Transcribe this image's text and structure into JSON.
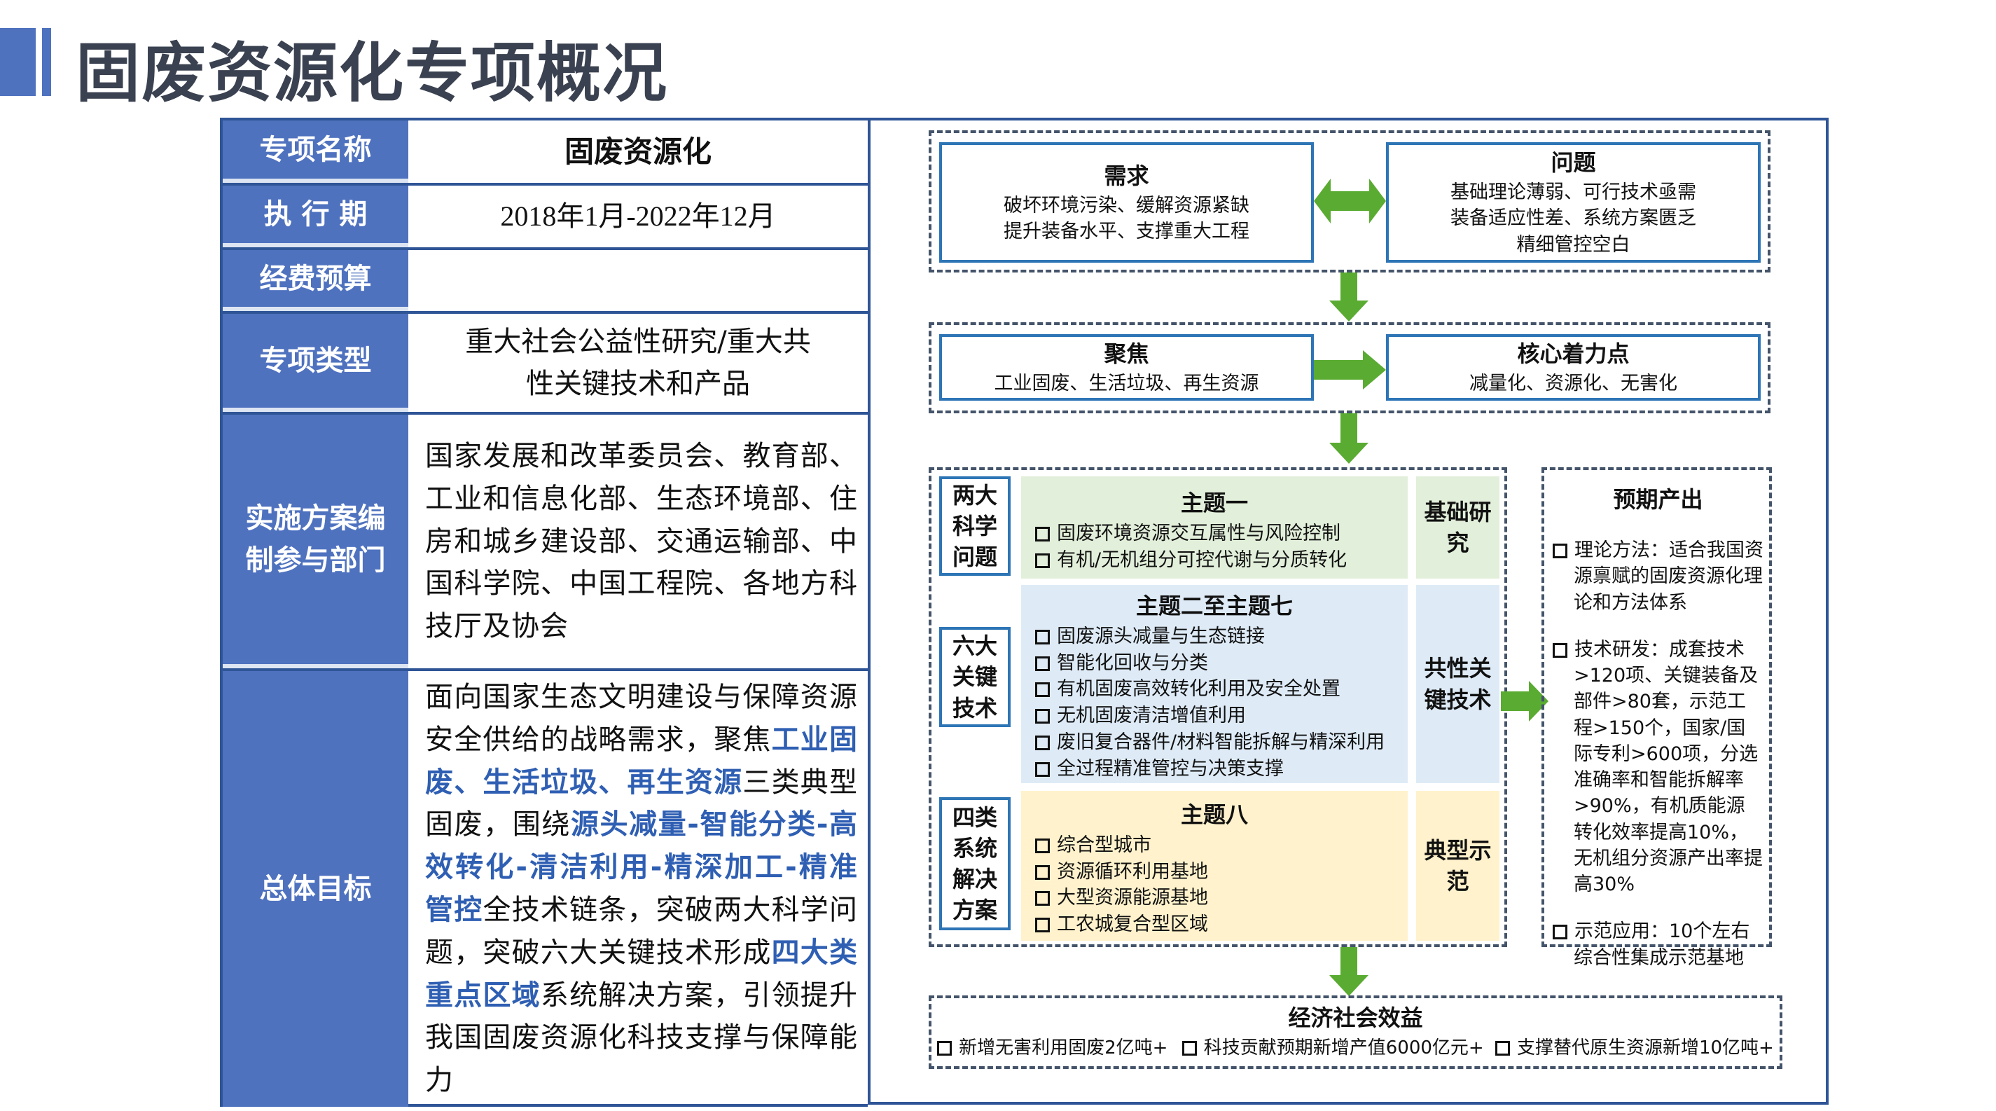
{
  "title": "固废资源化专项概况",
  "table": {
    "rows": [
      {
        "label": "专项名称",
        "value": "固废资源化"
      },
      {
        "label": "执 行 期",
        "value": "2018年1月-2022年12月"
      },
      {
        "label": "经费预算",
        "value": ""
      },
      {
        "label": "专项类型",
        "value": "重大社会公益性研究/重大共性关键技术和产品"
      },
      {
        "label": "实施方案编制参与部门",
        "value": "国家发展和改革委员会、教育部、工业和信息化部、生态环境部、住房和城乡建设部、交通运输部、中国科学院、中国工程院、各地方科技厅及协会"
      },
      {
        "label": "总体目标",
        "segments": [
          {
            "text": "面向国家生态文明建设与保障资源安全供给的战略需求，聚焦"
          },
          {
            "text": "工业固废、生活垃圾、再生资源",
            "hl": true
          },
          {
            "text": "三类典型固废，围绕"
          },
          {
            "text": "源头减量-智能分类-高效转化-清洁利用-精深加工-精准管控",
            "hl": true
          },
          {
            "text": "全技术链条，突破两大科学问题，突破六大关键技术形成"
          },
          {
            "text": "四大类重点区域",
            "hl": true
          },
          {
            "text": "系统解决方案，引领提升我国固废资源化科技支撑与保障能力"
          }
        ]
      }
    ]
  },
  "diagram": {
    "demand": {
      "title": "需求",
      "lines": [
        "破坏环境污染、缓解资源紧缺",
        "提升装备水平、支撑重大工程"
      ]
    },
    "problem": {
      "title": "问题",
      "lines": [
        "基础理论薄弱、可行技术亟需",
        "装备适应性差、系统方案匮乏",
        "精细管控空白"
      ]
    },
    "focus": {
      "title": "聚焦",
      "lines": [
        "工业固废、生活垃圾、再生资源"
      ]
    },
    "core": {
      "title": "核心着力点",
      "lines": [
        "减量化、资源化、无害化"
      ]
    },
    "side_labels": [
      "两大科学问题",
      "六大关键技术",
      "四类系统解决方案"
    ],
    "themes": [
      {
        "title": "主题一",
        "items": [
          "固废环境资源交互属性与风险控制",
          "有机/无机组分可控代谢与分质转化"
        ],
        "tag": "基础研究"
      },
      {
        "title": "主题二至主题七",
        "items": [
          "固废源头减量与生态链接",
          "智能化回收与分类",
          "有机固废高效转化利用及安全处置",
          "无机固废清洁增值利用",
          "废旧复合器件/材料智能拆解与精深利用",
          "全过程精准管控与决策支撑"
        ],
        "tag": "共性关键技术"
      },
      {
        "title": "主题八",
        "items": [
          "综合型城市",
          "资源循环利用基地",
          "大型资源能源基地",
          "工农城复合型区域"
        ],
        "tag": "典型示范"
      }
    ],
    "outputs": {
      "title": "预期产出",
      "items": [
        "理论方法：适合我国资源禀赋的固废资源化理论和方法体系",
        "技术研发：成套技术>120项、关键装备及部件>80套，示范工程>150个，国家/国际专利>600项，分选准确率和智能拆解率>90%，有机质能源转化效率提高10%，无机组分资源产出率提高30%",
        "示范应用：10个左右综合性集成示范基地"
      ]
    },
    "benefits": {
      "title": "经济社会效益",
      "items": [
        "新增无害利用固废2亿吨+",
        "科技贡献预期新增产值6000亿元+",
        "支撑替代原生资源新增10亿吨+"
      ]
    }
  },
  "colors": {
    "label_bg": "#4f72bf",
    "border": "#2f5597",
    "arrow": "#5aab32",
    "highlight": "#2f5fb3"
  }
}
